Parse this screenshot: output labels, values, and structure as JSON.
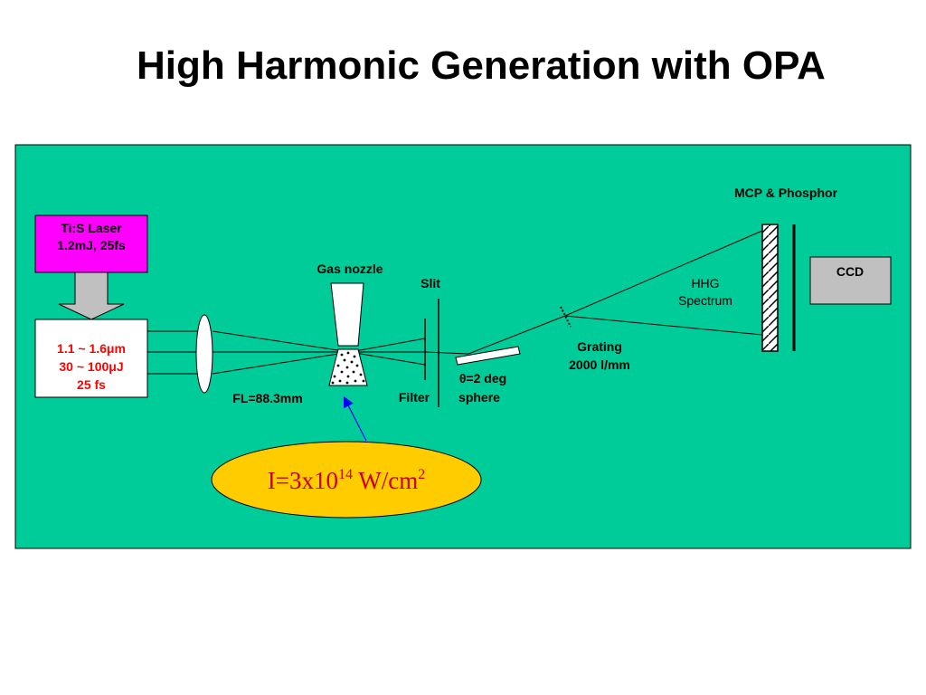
{
  "title": "High Harmonic Generation with OPA",
  "colors": {
    "panel": "#00CC99",
    "laser_box": "#FF00FF",
    "ccd_box": "#C0C0C0",
    "intensity_ellipse": "#FFCC00",
    "intensity_text": "#CC0000",
    "arrow": "#0000FF",
    "opa_text": "#FF0000"
  },
  "laser": {
    "line1": "Ti:S Laser",
    "line2": "1.2mJ, 25fs"
  },
  "opa": {
    "line1": "1.1 ~ 1.6μm",
    "line2": "30 ~ 100μJ",
    "line3": "25 fs"
  },
  "lens_label": "FL=88.3mm",
  "gas_nozzle_label": "Gas nozzle",
  "slit_label": "Slit",
  "filter_label": "Filter",
  "mirror_label": {
    "line1": "θ=2 deg",
    "line2": "sphere"
  },
  "grating_label": {
    "line1": "Grating",
    "line2": "2000 l/mm"
  },
  "hhg_label": {
    "line1": "HHG",
    "line2": "Spectrum"
  },
  "mcp_label": "MCP & Phosphor",
  "ccd_label": "CCD",
  "intensity": {
    "base": "I=3x10",
    "exp": "14",
    "unit": " W/cm",
    "unit_exp": "2"
  }
}
